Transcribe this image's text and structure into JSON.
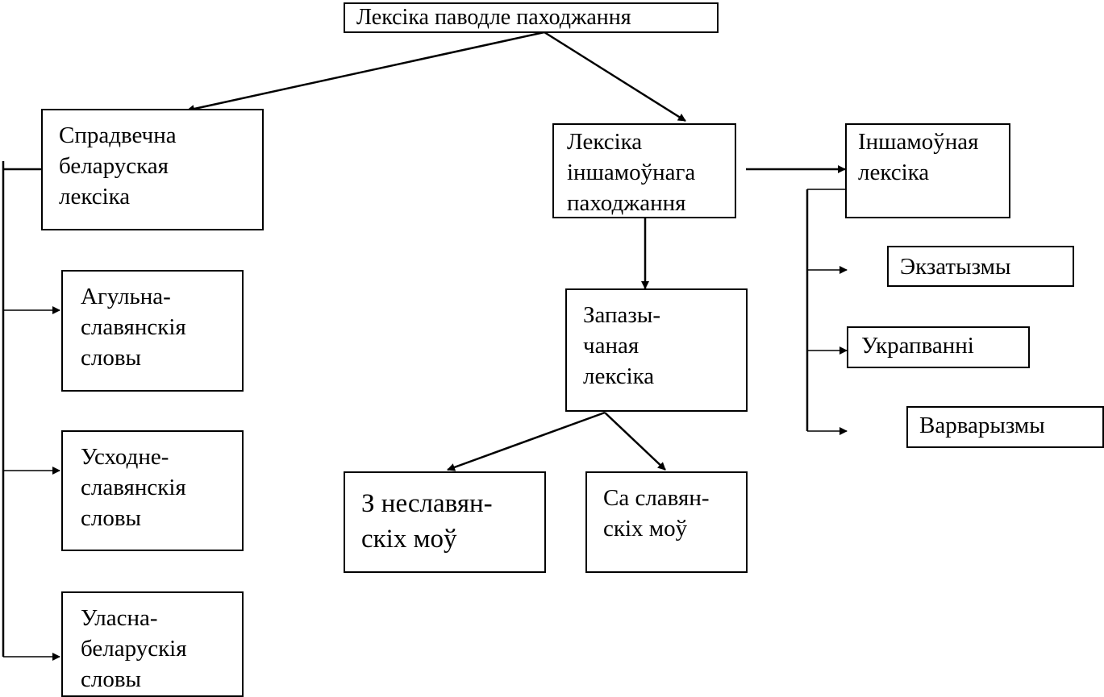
{
  "diagram": {
    "root": "Лексіка паводле паходжання",
    "native": "Спрадвечна\nбеларуская\nлексіка",
    "native_children": [
      "Агульна-\nславянскія\nсловы",
      "Усходне-\nславянскія\nсловы",
      "Уласна-\nбеларускія\nсловы"
    ],
    "foreign": "Лексіка\n іншамоўнага\nпаходжання",
    "borrowed": "Запазы-\nчаная\nлексіка",
    "borrowed_children": [
      "З   неславян-\nскіх моў",
      "Са славян-\nскіх моў"
    ],
    "foreign_lang": "Іншамоўная\nлексіка",
    "foreign_lang_children": [
      "Экзатызмы",
      "Украпванні",
      "Варварызмы"
    ]
  }
}
